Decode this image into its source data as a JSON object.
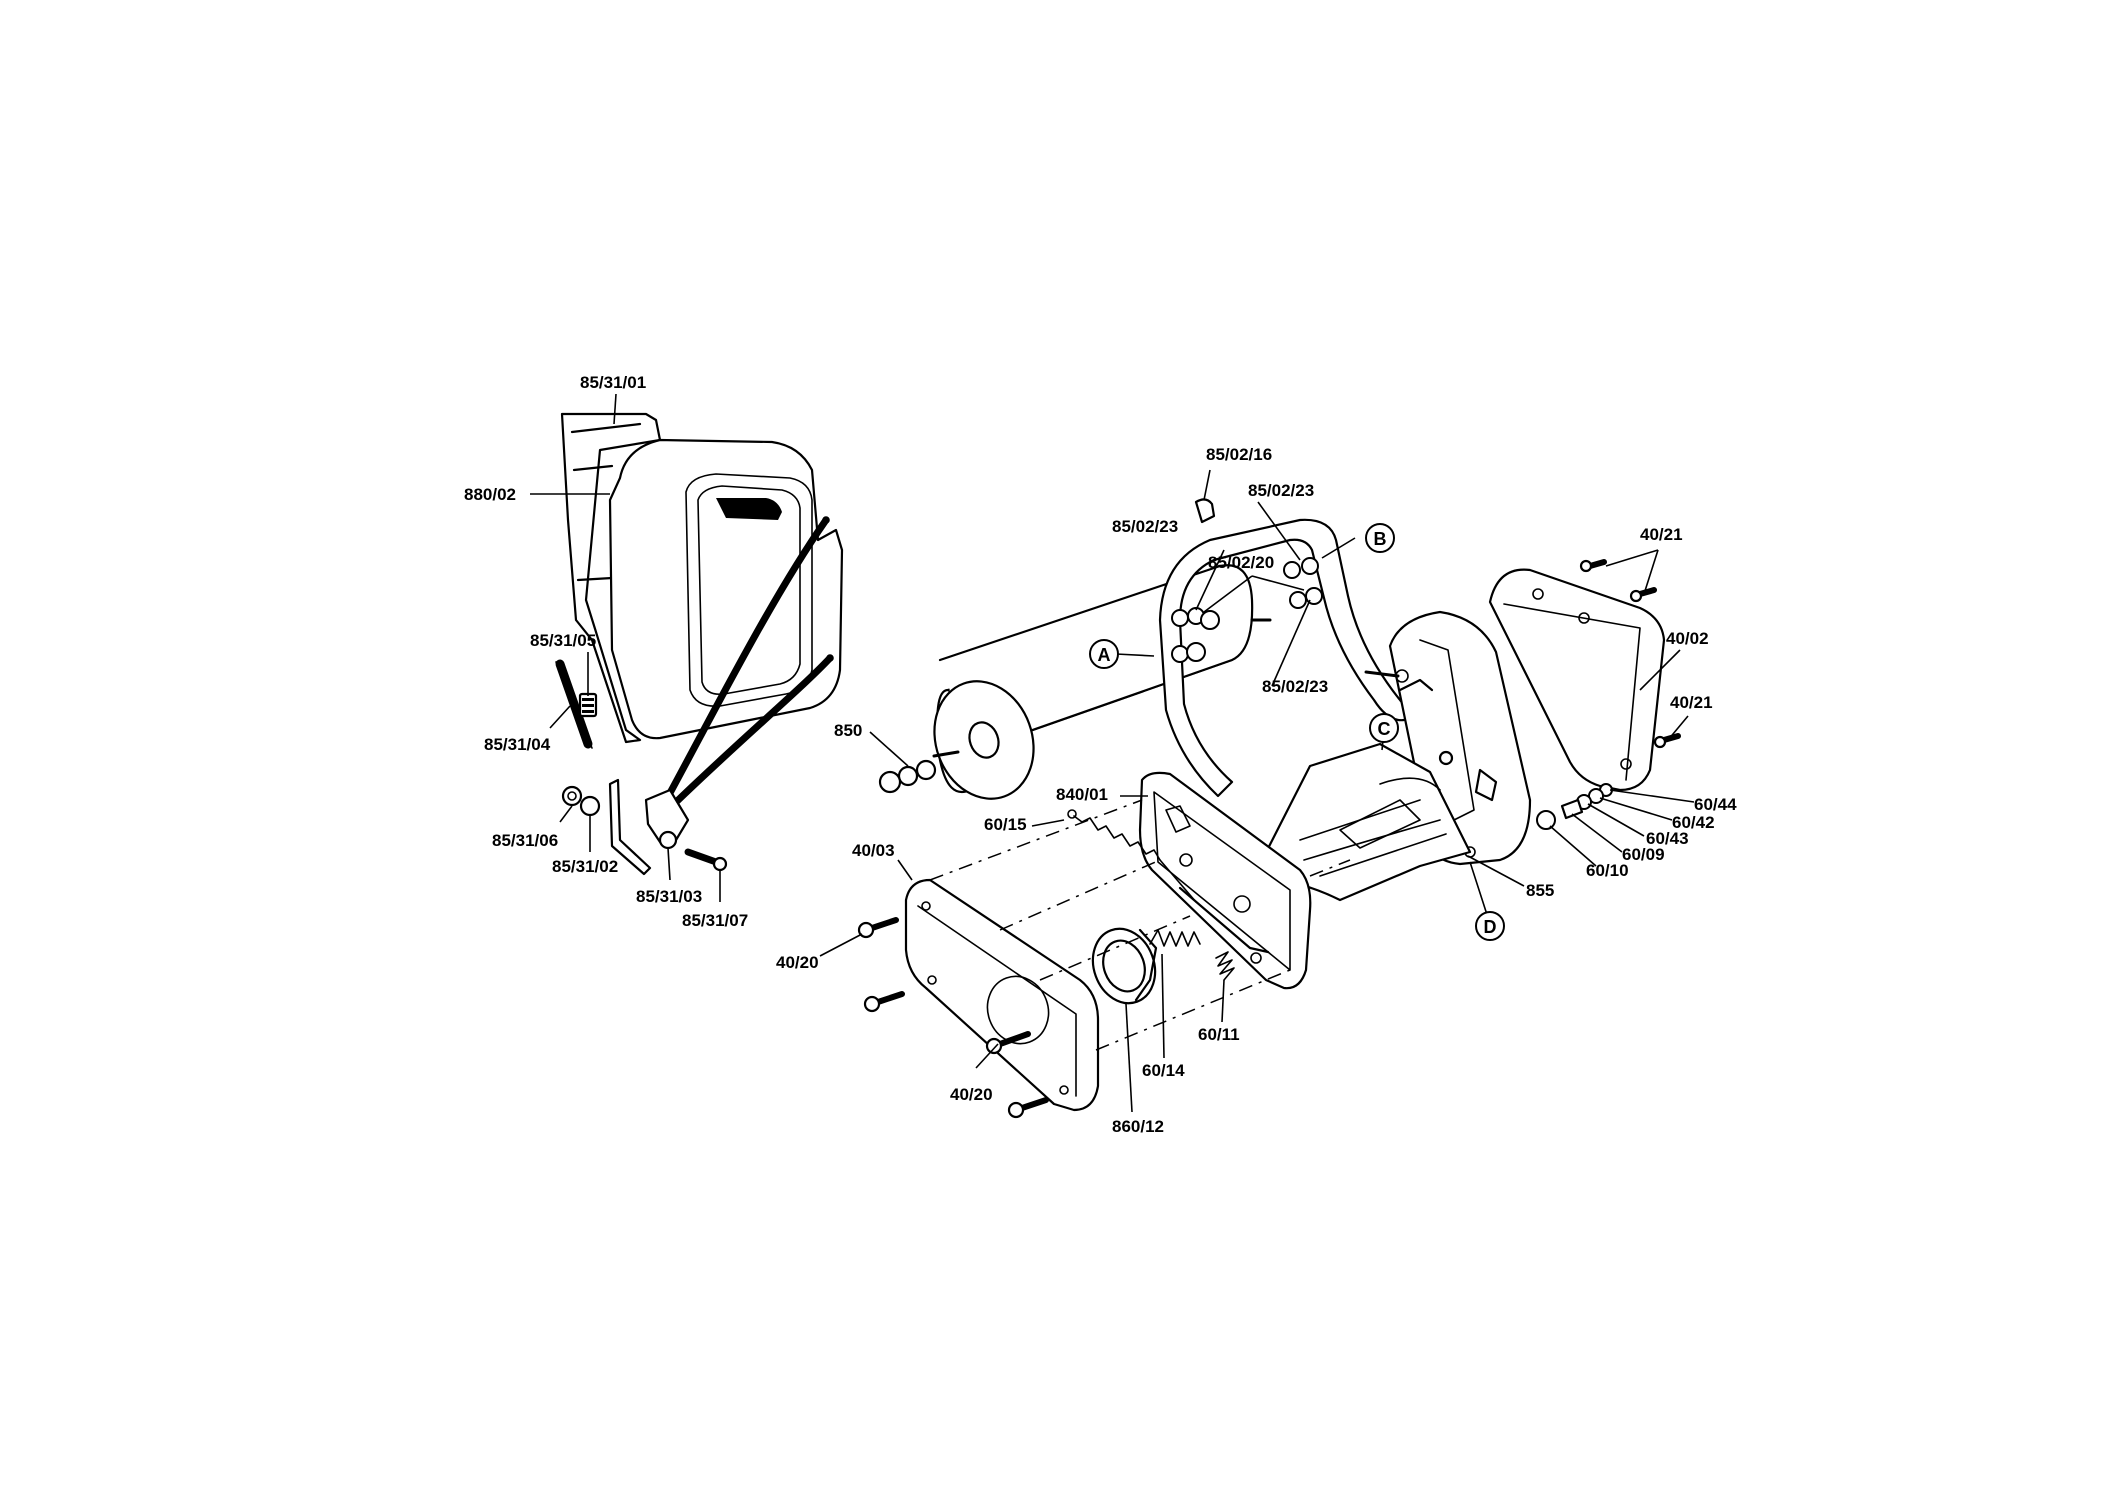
{
  "labels": {
    "l_85_31_01": "85/31/01",
    "l_880_02": "880/02",
    "l_85_31_05": "85/31/05",
    "l_85_31_04": "85/31/04",
    "l_85_31_06": "85/31/06",
    "l_85_31_02": "85/31/02",
    "l_85_31_03": "85/31/03",
    "l_85_31_07": "85/31/07",
    "l_85_02_16": "85/02/16",
    "l_85_02_23_a": "85/02/23",
    "l_85_02_23_b": "85/02/23",
    "l_85_02_20": "85/02/20",
    "l_85_02_23_c": "85/02/23",
    "l_850": "850",
    "l_840_01": "840/01",
    "l_60_15": "60/15",
    "l_40_03": "40/03",
    "l_40_20_a": "40/20",
    "l_40_20_b": "40/20",
    "l_60_14": "60/14",
    "l_60_11": "60/11",
    "l_860_12": "860/12",
    "l_855": "855",
    "l_40_21_a": "40/21",
    "l_40_02": "40/02",
    "l_40_21_b": "40/21",
    "l_60_44": "60/44",
    "l_60_42": "60/42",
    "l_60_43": "60/43",
    "l_60_09": "60/09",
    "l_60_10": "60/10"
  },
  "refs": {
    "a": "A",
    "b": "B",
    "c": "C",
    "d": "D"
  },
  "colors": {
    "line": "#000000",
    "background": "#ffffff"
  }
}
